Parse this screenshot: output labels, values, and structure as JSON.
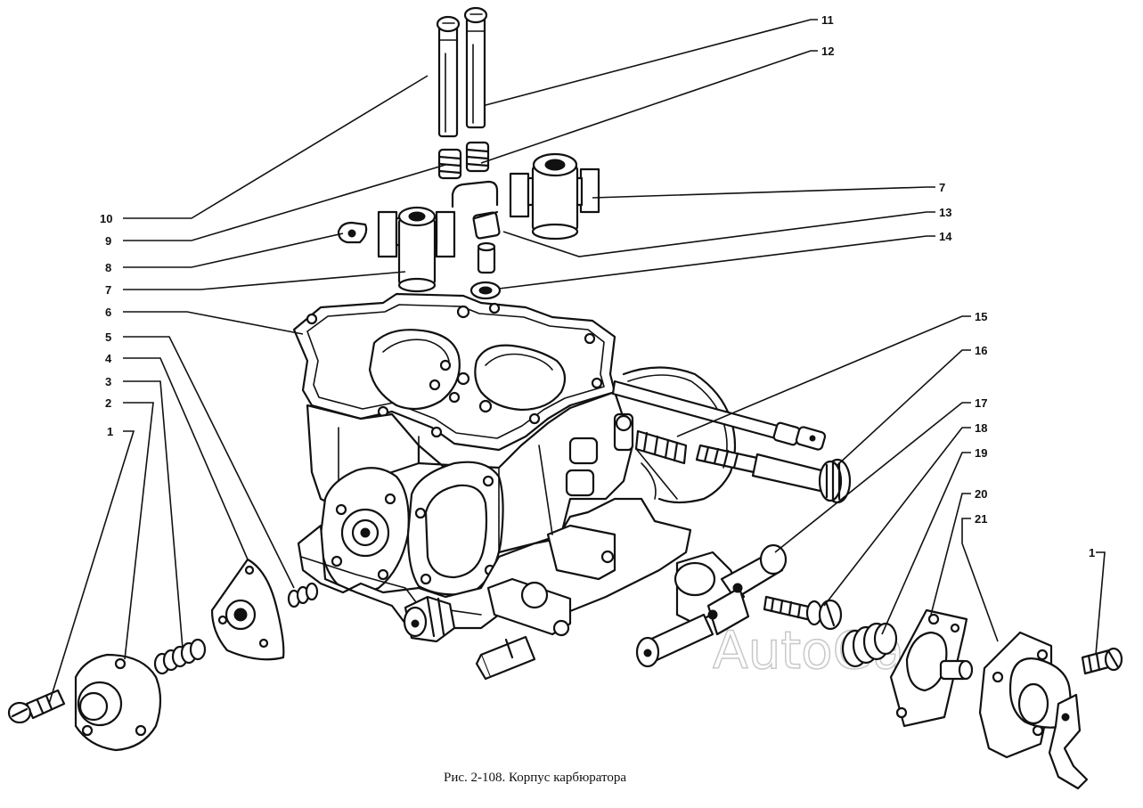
{
  "figure": {
    "caption": "Рис. 2-108. Корпус карбюратора",
    "watermark": "AutoGa"
  },
  "callouts": [
    {
      "id": "c11a",
      "label": "11"
    },
    {
      "id": "c12",
      "label": "12"
    },
    {
      "id": "c10",
      "label": "10"
    },
    {
      "id": "c9",
      "label": "9"
    },
    {
      "id": "c8",
      "label": "8"
    },
    {
      "id": "c7l",
      "label": "7"
    },
    {
      "id": "c6",
      "label": "6"
    },
    {
      "id": "c5",
      "label": "5"
    },
    {
      "id": "c4",
      "label": "4"
    },
    {
      "id": "c3",
      "label": "3"
    },
    {
      "id": "c2",
      "label": "2"
    },
    {
      "id": "c1l",
      "label": "1"
    },
    {
      "id": "c7r",
      "label": "7"
    },
    {
      "id": "c13",
      "label": "13"
    },
    {
      "id": "c14",
      "label": "14"
    },
    {
      "id": "c15",
      "label": "15"
    },
    {
      "id": "c16",
      "label": "16"
    },
    {
      "id": "c17",
      "label": "17"
    },
    {
      "id": "c18",
      "label": "18"
    },
    {
      "id": "c19",
      "label": "19"
    },
    {
      "id": "c20",
      "label": "20"
    },
    {
      "id": "c21",
      "label": "21"
    },
    {
      "id": "c1r",
      "label": "1"
    }
  ]
}
